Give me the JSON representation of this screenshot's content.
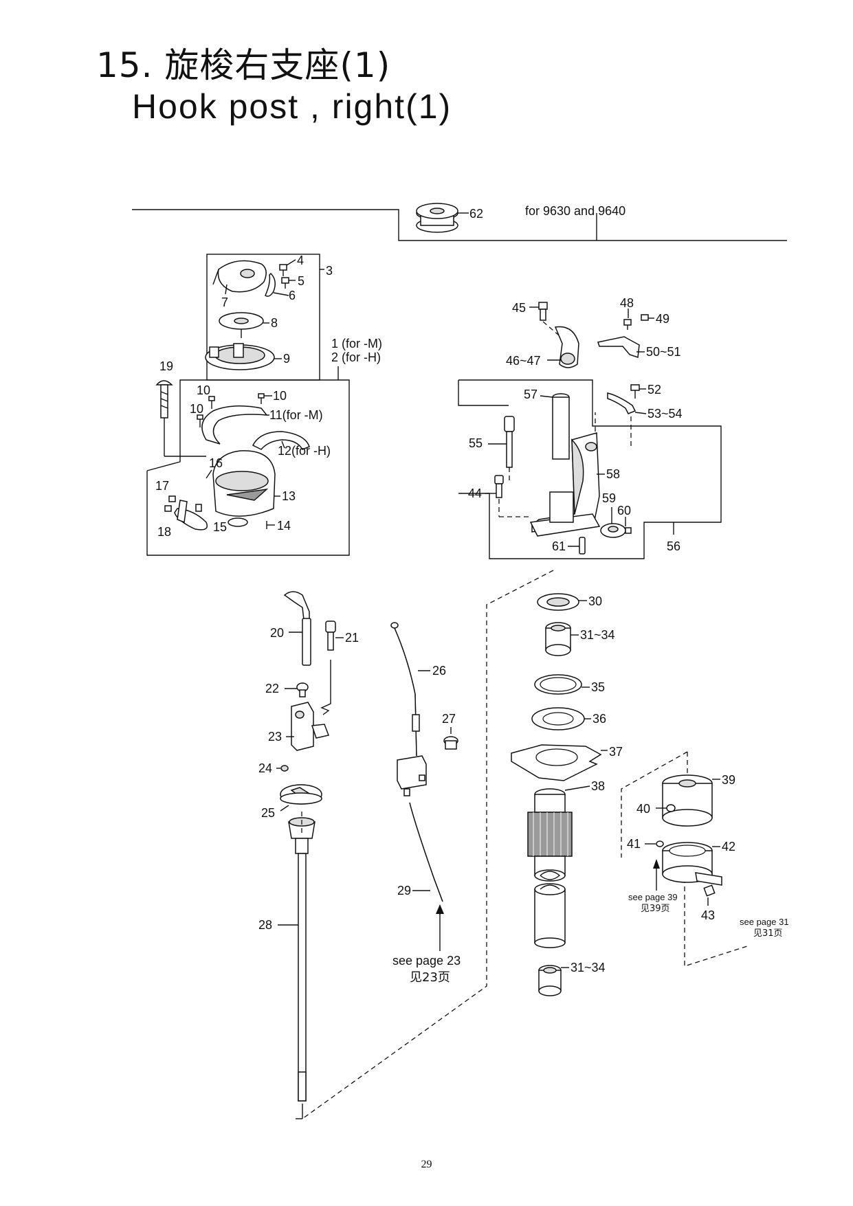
{
  "page": {
    "title_cn": "15. 旋梭右支座(1)",
    "title_en": "Hook  post , right(1)",
    "page_number": "29"
  },
  "notes": {
    "for_models": "for 9630 and 9640",
    "assembly_m": "1 (for -M)",
    "assembly_h": "2 (for -H)",
    "see_p23_en": "see page 23",
    "see_p23_cn": "见23页",
    "see_p39_en": "see page 39",
    "see_p39_cn": "见39页",
    "see_p31_en": "see page 31",
    "see_p31_cn": "见31页"
  },
  "labels": {
    "p3": "3",
    "p4": "4",
    "p5": "5",
    "p6": "6",
    "p7": "7",
    "p8": "8",
    "p9": "9",
    "p10a": "10",
    "p10b": "10",
    "p10c": "10",
    "p11": "11(for  -M)",
    "p12": "12(for  -H)",
    "p13": "13",
    "p14": "14",
    "p15": "15",
    "p16": "16",
    "p17": "17",
    "p18": "18",
    "p19": "19",
    "p20": "20",
    "p21": "21",
    "p22": "22",
    "p23": "23",
    "p24": "24",
    "p25": "25",
    "p26": "26",
    "p27": "27",
    "p28": "28",
    "p29": "29",
    "p30": "30",
    "p31a": "31~34",
    "p31b": "31~34",
    "p35": "35",
    "p36": "36",
    "p37": "37",
    "p38": "38",
    "p39": "39",
    "p40": "40",
    "p41": "41",
    "p42": "42",
    "p43": "43",
    "p44": "44",
    "p45": "45",
    "p46": "46~47",
    "p48": "48",
    "p49": "49",
    "p50": "50~51",
    "p52": "52",
    "p53": "53~54",
    "p55": "55",
    "p56": "56",
    "p57": "57",
    "p58": "58",
    "p59": "59",
    "p60": "60",
    "p61": "61",
    "p62": "62"
  }
}
